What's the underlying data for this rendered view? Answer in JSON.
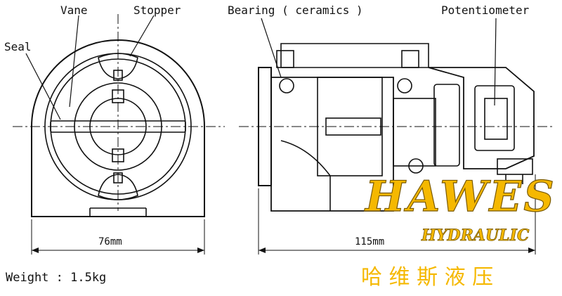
{
  "labels": {
    "vane": "Vane",
    "stopper": "Stopper",
    "seal": "Seal",
    "bearing": "Bearing ( ceramics )",
    "potentiometer": "Potentiometer"
  },
  "dimensions": {
    "width_front": "76mm",
    "length_side": "115mm"
  },
  "weight": "Weight : 1.5kg",
  "watermark": {
    "brand": "HAWES",
    "sub": "HYDRAULIC",
    "chinese": "哈 维 斯 液 压",
    "color": "#f5b800"
  }
}
